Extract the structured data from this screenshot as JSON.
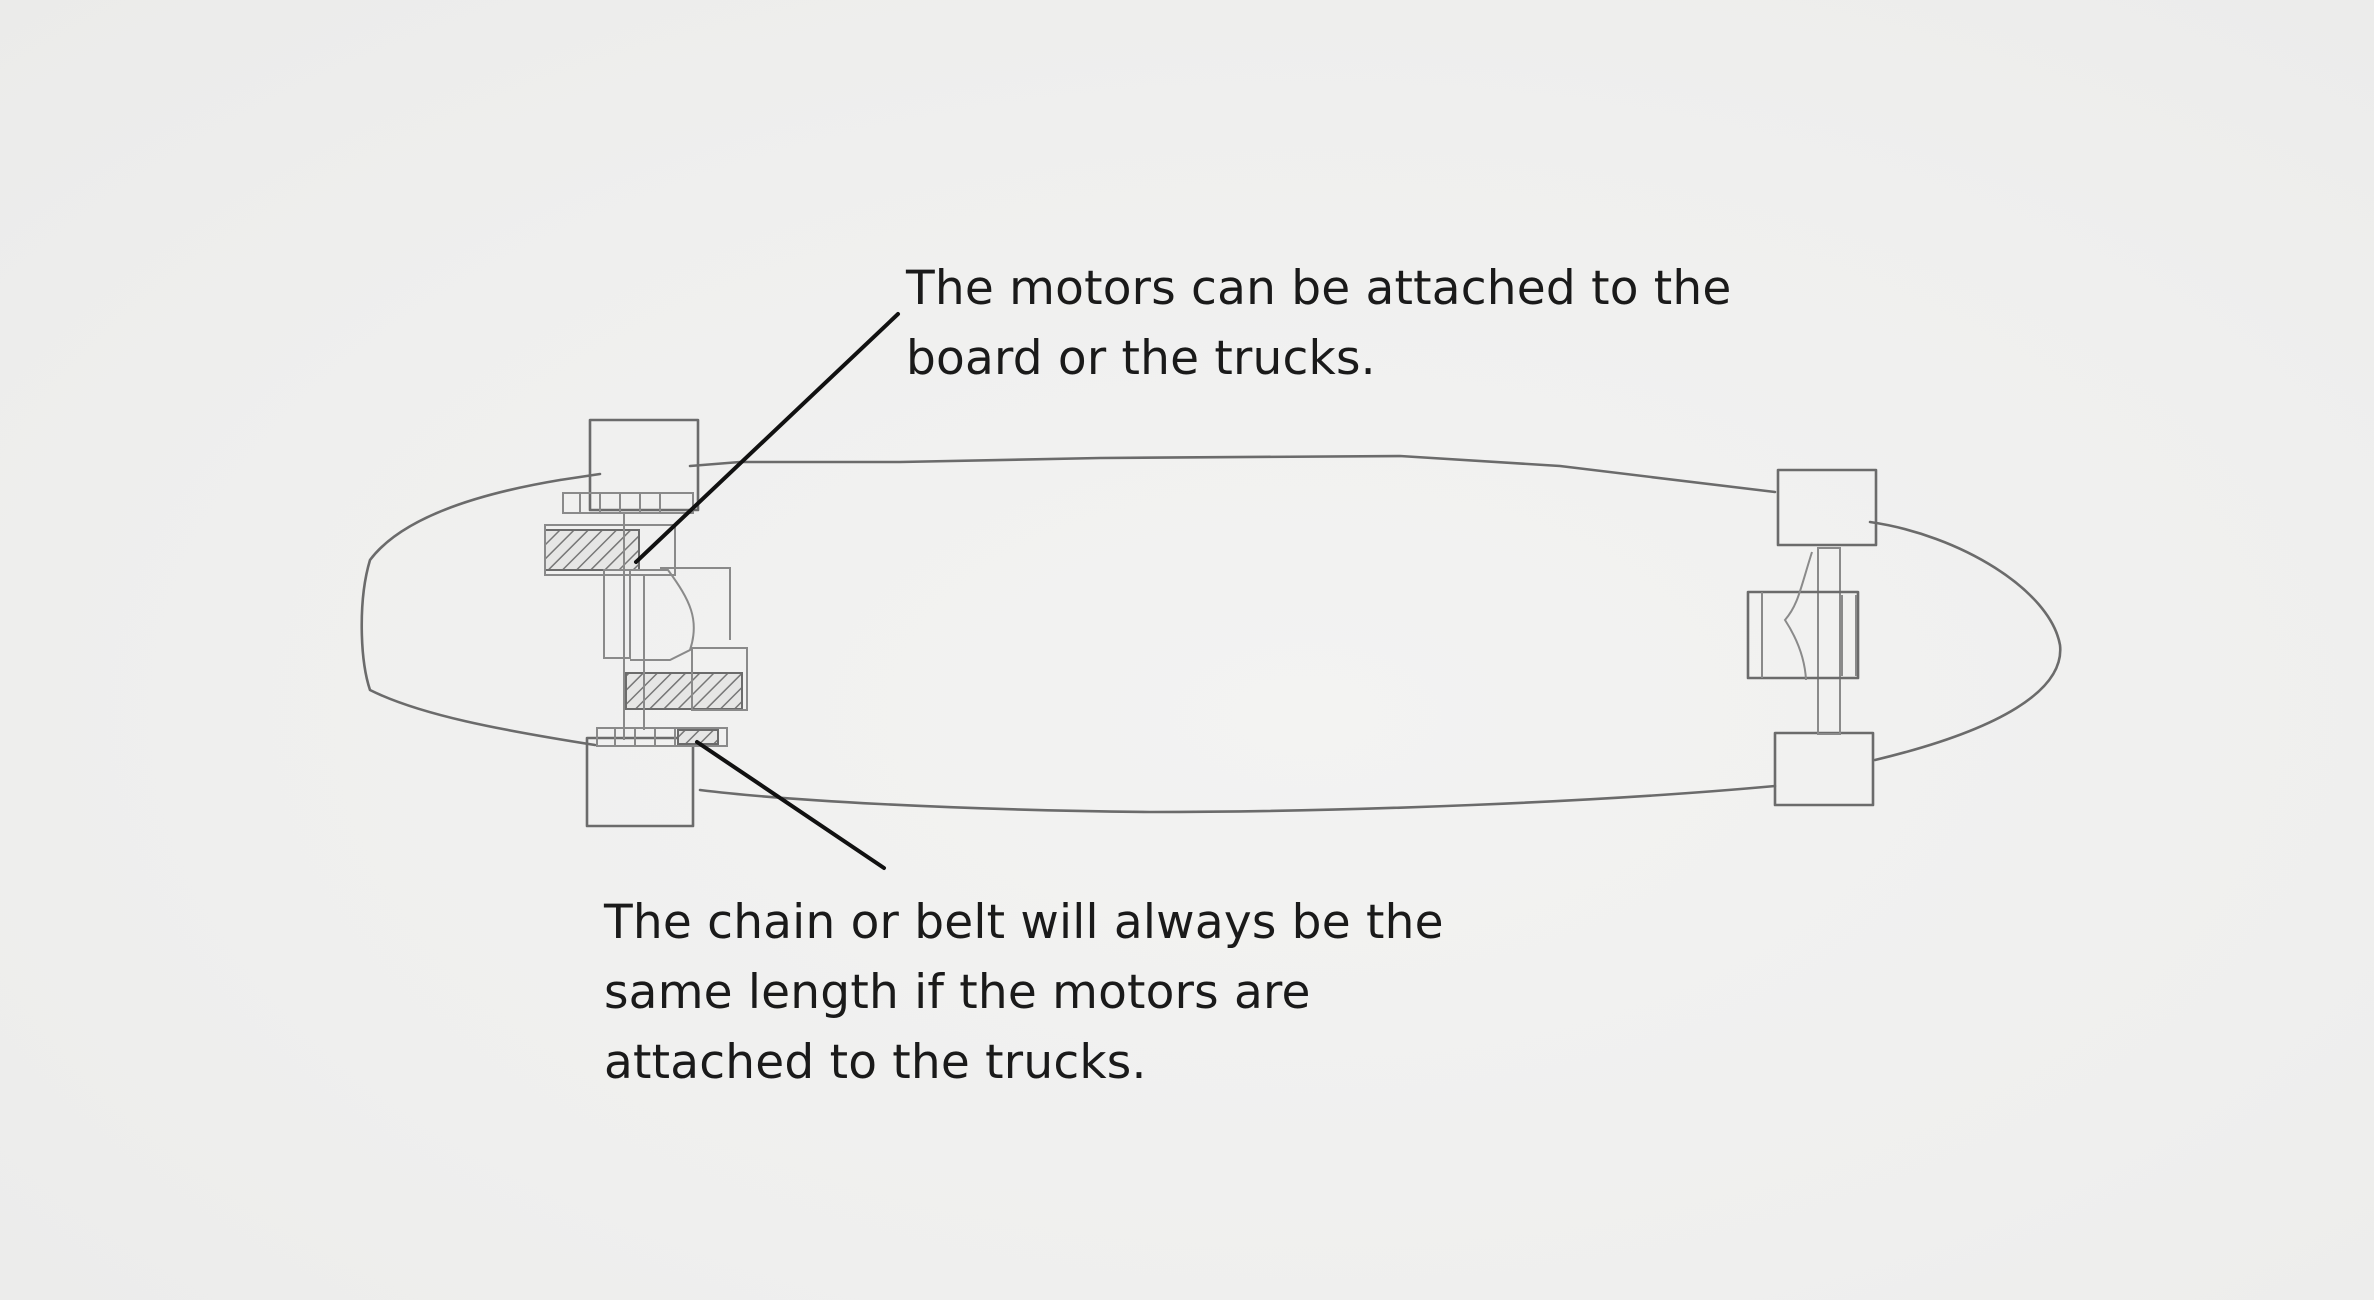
{
  "annotations": {
    "motors": {
      "lines": [
        "The motors can be attached to the",
        "board or the trucks."
      ]
    },
    "chain": {
      "lines": [
        "The chain or belt will always be the",
        "same length if the motors are",
        "attached to the trucks."
      ]
    }
  },
  "colors": {
    "background": "#f1f1f0",
    "pencil": "#6b6b6b",
    "text": "#1a1a1a",
    "leader": "#111111"
  }
}
